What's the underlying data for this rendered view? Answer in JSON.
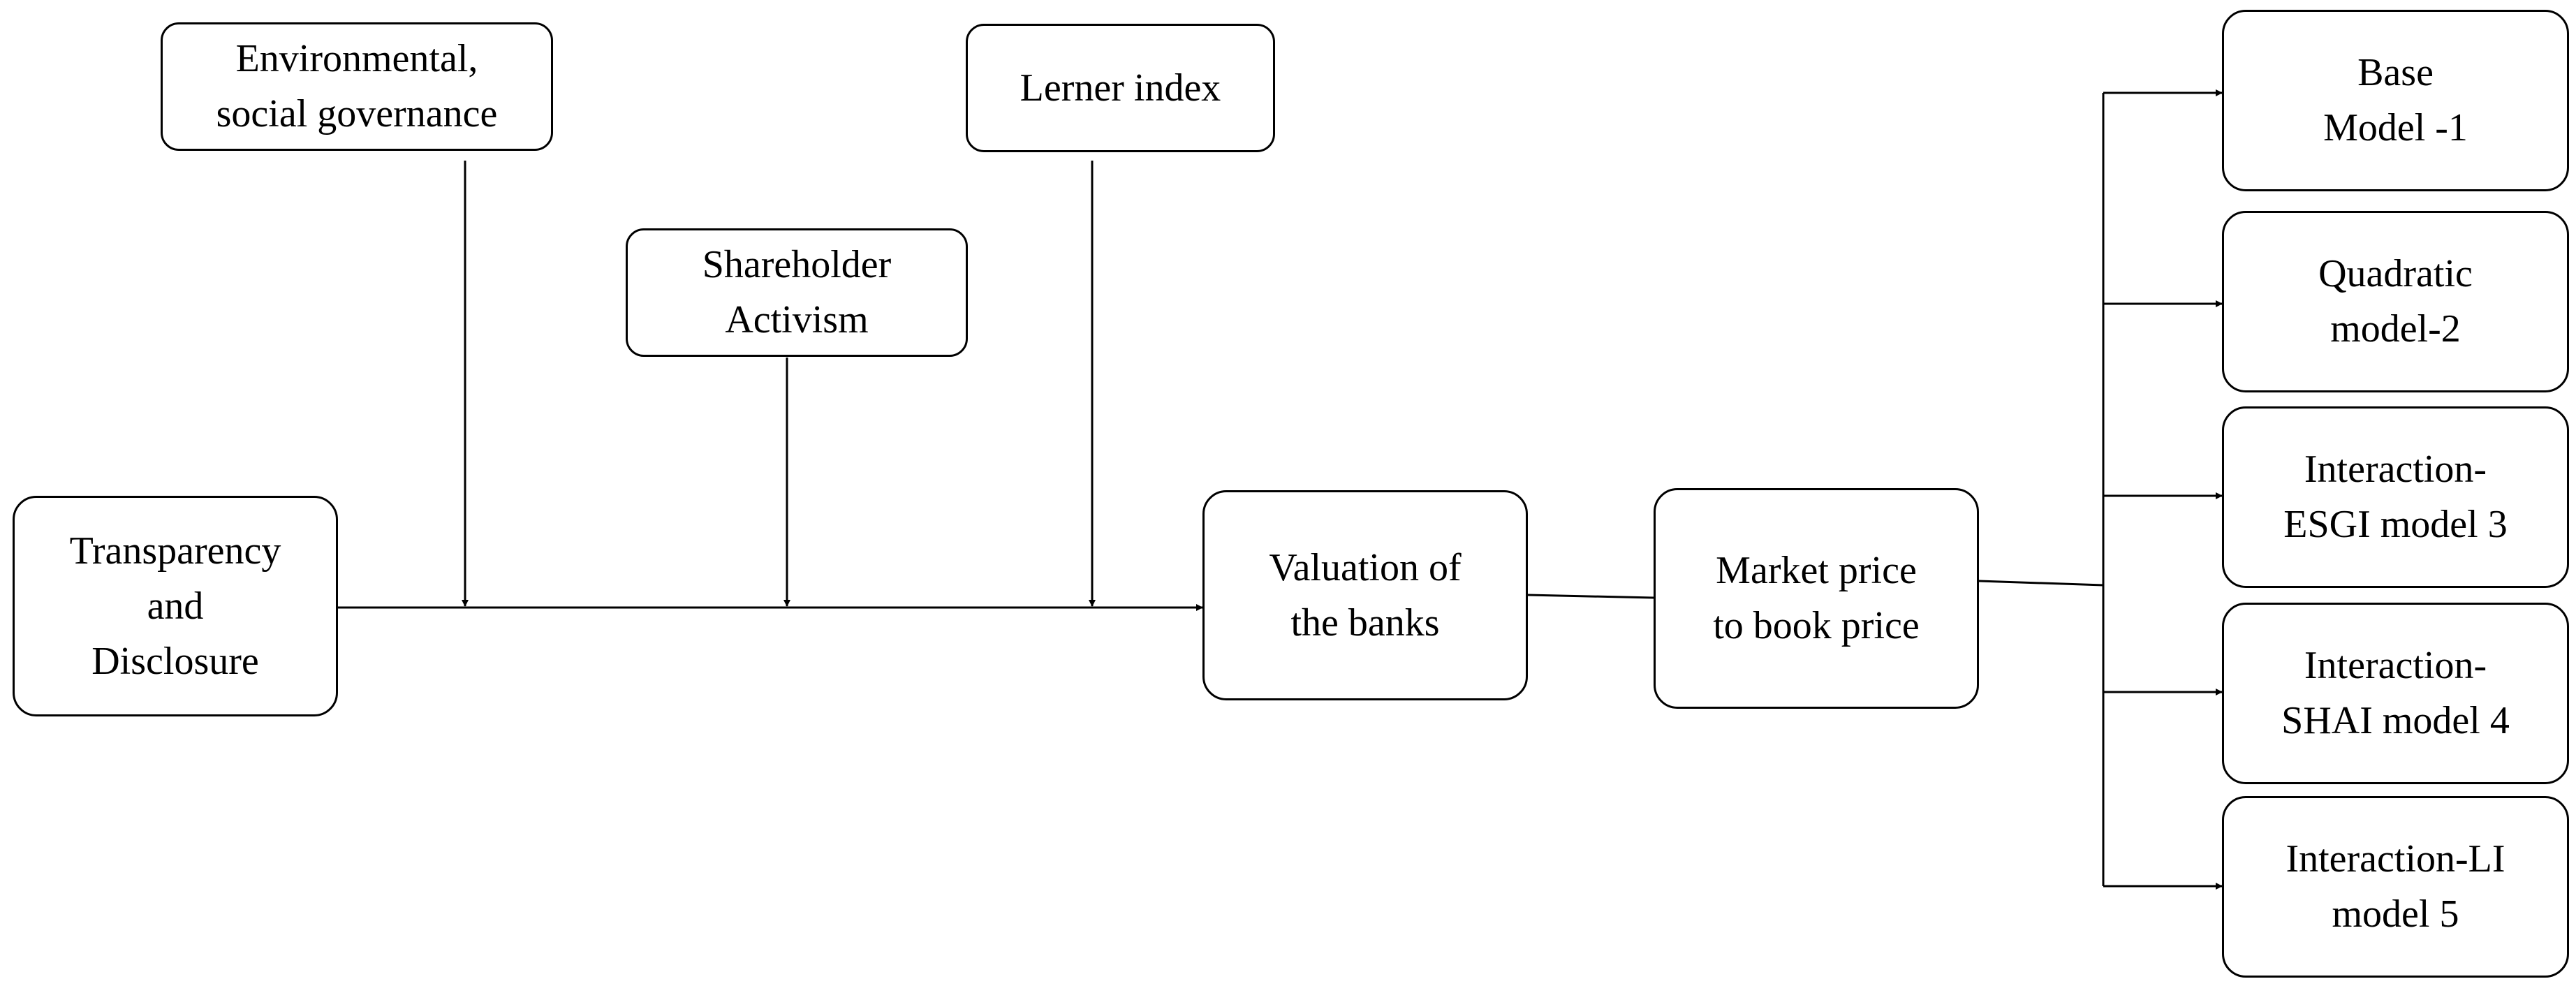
{
  "nodes": {
    "esg": {
      "label": "Environmental,\nsocial governance"
    },
    "lerner": {
      "label": "Lerner index"
    },
    "shareholder": {
      "label": "Shareholder\nActivism"
    },
    "transparency": {
      "label": "Transparency\nand\nDisclosure"
    },
    "valuation": {
      "label": "Valuation of\nthe banks"
    },
    "market": {
      "label": "Market price\nto book price"
    },
    "model1": {
      "label": "Base\nModel -1"
    },
    "model2": {
      "label": "Quadratic\nmodel-2"
    },
    "model3": {
      "label": "Interaction-\nESGI model 3"
    },
    "model4": {
      "label": "Interaction-\nSHAI model 4"
    },
    "model5": {
      "label": "Interaction-LI\nmodel 5"
    }
  },
  "colors": {
    "stroke": "#000000",
    "background": "#ffffff"
  }
}
